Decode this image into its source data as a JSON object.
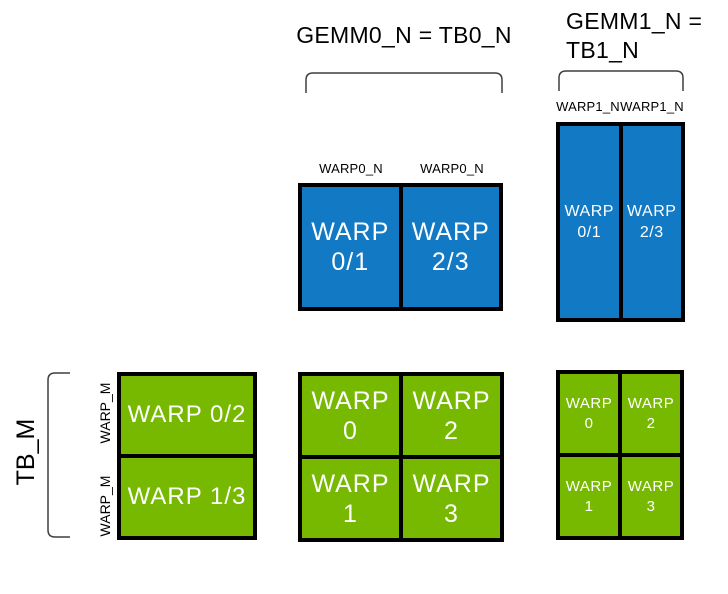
{
  "titles": {
    "gemm0": "GEMM0_N = TB0_N",
    "gemm1_line1": "GEMM1_N =",
    "gemm1_line2": "TB1_N"
  },
  "axis": {
    "tb_m": "TB_M",
    "warp_m_top": "WARP_M",
    "warp_m_bottom": "WARP_M",
    "warp0_n_left": "WARP0_N",
    "warp0_n_right": "WARP0_N",
    "warp1_n_left": "WARP1_N",
    "warp1_n_right": "WARP1_N"
  },
  "blocks": {
    "gemm0_blue": {
      "cells": [
        {
          "line1": "WARP",
          "line2": "0/1"
        },
        {
          "line1": "WARP",
          "line2": "2/3"
        }
      ]
    },
    "gemm1_blue": {
      "cells": [
        {
          "line1": "WARP",
          "line2": "0/1"
        },
        {
          "line1": "WARP",
          "line2": "2/3"
        }
      ]
    },
    "left_green": {
      "cells": [
        {
          "label": "WARP 0/2"
        },
        {
          "label": "WARP 1/3"
        }
      ]
    },
    "center_green": {
      "cells": [
        {
          "line1": "WARP",
          "line2": "0"
        },
        {
          "line1": "WARP",
          "line2": "2"
        },
        {
          "line1": "WARP",
          "line2": "1"
        },
        {
          "line1": "WARP",
          "line2": "3"
        }
      ]
    },
    "right_green": {
      "cells": [
        {
          "line1": "WARP",
          "line2": "0"
        },
        {
          "line1": "WARP",
          "line2": "2"
        },
        {
          "line1": "WARP",
          "line2": "1"
        },
        {
          "line1": "WARP",
          "line2": "3"
        }
      ]
    }
  },
  "colors": {
    "blue": "#1279c4",
    "green": "#76b900",
    "border": "#000000",
    "bracket": "#3f3f3f",
    "box_text": "#ffffff"
  }
}
